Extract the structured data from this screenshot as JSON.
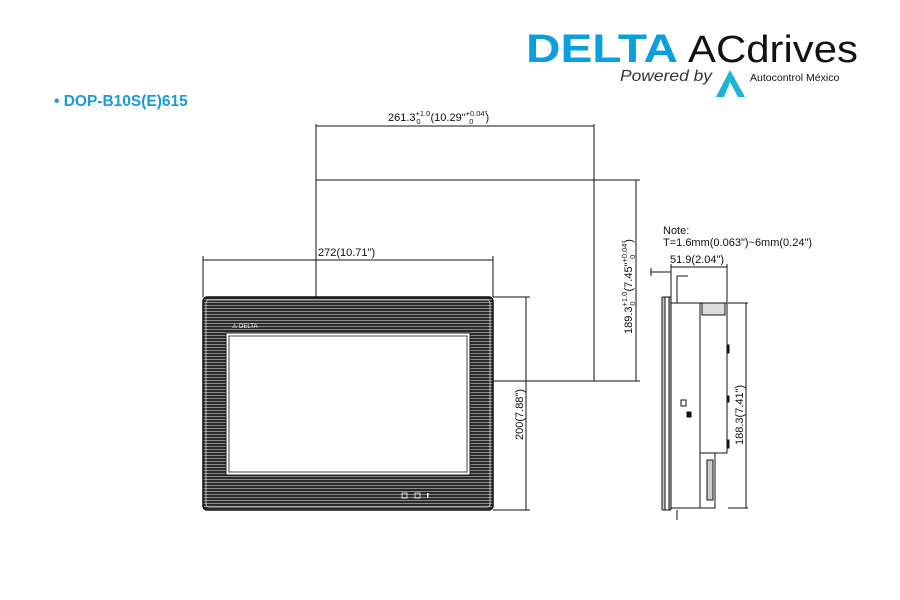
{
  "logo": {
    "brand": "DELTA",
    "product": "ACdrives",
    "powered_by": "Powered by",
    "partner": "Autocontrol México",
    "brand_color": "#0aa0e0",
    "partner_color": "#1cb5d8"
  },
  "title": "• DOP-B10S(E)615",
  "title_color": "#1a9ad6",
  "dimensions": {
    "cutout_width": {
      "value": "261.3",
      "tol_plus": "+1.0",
      "tol_minus": "0",
      "inch": "(10.29\"",
      "inch_tol_plus": "+0.04\"",
      "inch_tol_minus": "0",
      "close": ")"
    },
    "cutout_height": {
      "value": "189.3",
      "tol_plus": "+1.0",
      "tol_minus": "0",
      "inch": "(7.45\"",
      "inch_tol_plus": "+0.04\"",
      "inch_tol_minus": "0",
      "close": ")"
    },
    "panel_width": "272(10.71\")",
    "panel_height": "200(7.88\")",
    "depth": "51.9(2.04\")",
    "side_height": "188.3(7.41\")",
    "thickness_label": "T"
  },
  "note": {
    "label": "Note:",
    "text": "T=1.6mm(0.063\")~6mm(0.24\")"
  }
}
